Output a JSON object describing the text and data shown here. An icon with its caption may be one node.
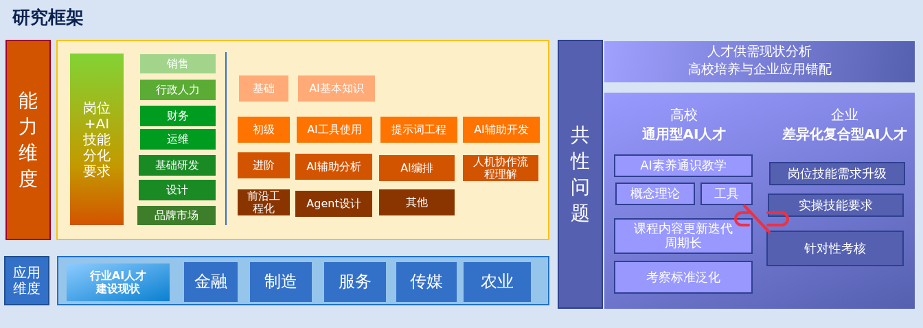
{
  "diagram": {
    "title": "研究框架",
    "nodes": [
      {
        "text": [
          "能力维度"
        ]
      },
      {
        "text": [],
        "shape": "box"
      },
      {
        "text": [
          "岗位+AI技能分化要求"
        ],
        "in": 1
      },
      {
        "text": [
          "销售"
        ],
        "in": 1
      },
      {
        "text": [
          "行政人力"
        ],
        "in": 1
      },
      {
        "text": [
          "财务"
        ],
        "in": 1
      },
      {
        "text": [
          "运维"
        ],
        "in": 1
      },
      {
        "text": [
          "基础研发"
        ],
        "in": 1
      },
      {
        "text": [
          "设计"
        ],
        "in": 1
      },
      {
        "text": [
          "品牌市场"
        ],
        "in": 1
      },
      {
        "text": [
          "基础"
        ],
        "in": 1
      },
      {
        "text": [
          "AI基本知识"
        ],
        "in": 1
      },
      {
        "text": [
          "初级"
        ],
        "in": 1
      },
      {
        "text": [
          "AI工具使用"
        ],
        "in": 1
      },
      {
        "text": [
          "提示词工程"
        ],
        "in": 1
      },
      {
        "text": [
          "AI辅助开发"
        ],
        "in": 1
      },
      {
        "text": [
          "进阶"
        ],
        "in": 1
      },
      {
        "text": [
          "AI辅助分析"
        ],
        "in": 1
      },
      {
        "text": [
          "AI编排"
        ],
        "in": 1
      },
      {
        "text": [
          "人机协作流程理解"
        ],
        "in": 1
      },
      {
        "text": [
          "前沿工程化"
        ],
        "in": 1
      },
      {
        "text": [
          "Agent设计"
        ],
        "in": 1
      },
      {
        "text": [
          "其他"
        ],
        "in": 1
      },
      {
        "text": [
          "应用维度"
        ]
      },
      {
        "text": [],
        "shape": "box"
      },
      {
        "text": [
          "行业AI人才建设现状"
        ],
        "in": 24
      },
      {
        "text": [
          "金融"
        ],
        "in": 24
      },
      {
        "text": [
          "制造"
        ],
        "in": 24
      },
      {
        "text": [
          "服务"
        ],
        "in": 24
      },
      {
        "text": [
          "传媒"
        ],
        "in": 24
      },
      {
        "text": [
          "农业"
        ],
        "in": 24
      },
      {
        "text": [
          "共性问题"
        ]
      },
      {
        "text": [
          "人才供需现状分析",
          "高校培养与企业应用错配"
        ]
      },
      {
        "text": [
          "高校",
          "通用型AI人才",
          "企业",
          "差异化复合型AI人才"
        ]
      },
      {
        "text": [
          "AI素养通识教学"
        ],
        "in": 33
      },
      {
        "text": [
          "概念理论"
        ],
        "in": 33
      },
      {
        "text": [
          "工具"
        ],
        "in": 33
      },
      {
        "text": [
          "课程内容更新迭代周期长"
        ],
        "in": 33
      },
      {
        "text": [
          "考察标准泛化"
        ],
        "in": 33
      },
      {
        "text": [
          "岗位技能需求升级"
        ],
        "in": 33
      },
      {
        "text": [
          "实操技能要求"
        ],
        "in": 33
      },
      {
        "text": [
          "针对性考核"
        ],
        "in": 33
      }
    ]
  }
}
